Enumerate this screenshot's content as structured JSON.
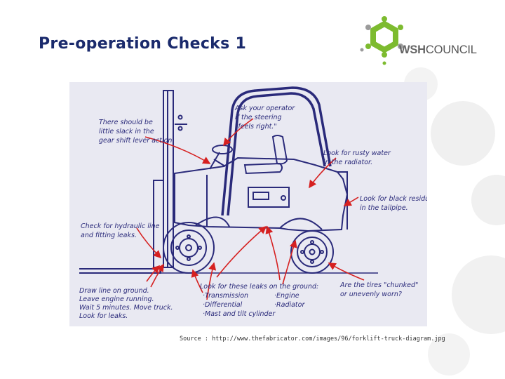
{
  "slide": {
    "title": "Pre-operation Checks 1",
    "source_prefix": "Source : ",
    "source_url": "http://www.thefabricator.com/images/96/forklift-truck-diagram.jpg"
  },
  "logo": {
    "bold_text": "WSH",
    "text": "COUNCIL",
    "colors": [
      "#7dbb2f",
      "#9b9b9b"
    ]
  },
  "diagram": {
    "annotations": {
      "gearshift": [
        "There should be",
        "little slack in the",
        "gear shift lever action."
      ],
      "steering": [
        "Ask your operator",
        "if the steering",
        "\"feels right.\""
      ],
      "radiator_water": [
        "Look for rusty water",
        "in the radiator."
      ],
      "tailpipe": [
        "Look for black residue",
        "in the tailpipe."
      ],
      "hydraulic": [
        "Check for hydraulic line",
        "and fitting leaks."
      ],
      "drawline": [
        "Draw line on ground.",
        "Leave engine running.",
        "Wait 5 minutes. Move truck.",
        "Look for leaks."
      ],
      "leaks_heading": "Look for these leaks on the ground:",
      "leaks_left": [
        "·Transmission",
        "·Differential",
        "·Mast and tilt cylinder"
      ],
      "leaks_right": [
        "·Engine",
        "·Radiator"
      ],
      "tires": [
        "Are the tires \"chunked\"",
        "or unevenly worn?"
      ]
    }
  },
  "colors": {
    "title": "#1a2a6c",
    "ink": "#2a2a7a",
    "arrow": "#d62020",
    "figure_bg": "#e9e9f2"
  }
}
